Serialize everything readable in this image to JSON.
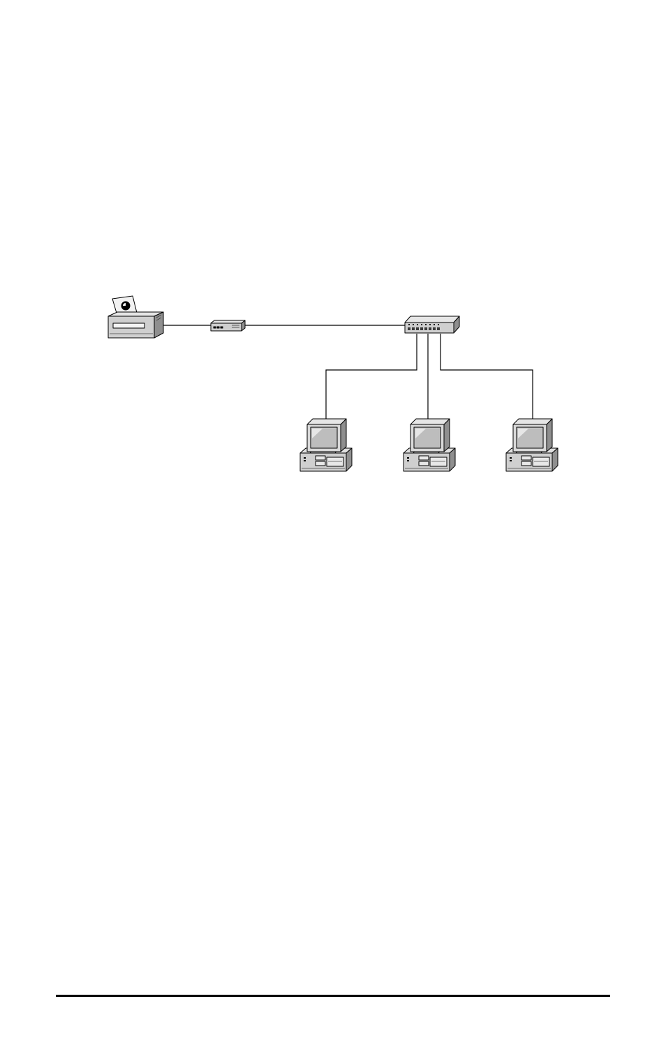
{
  "diagram": {
    "type": "network-topology",
    "nodes": [
      {
        "id": "printer",
        "icon": "printer-icon"
      },
      {
        "id": "print-server",
        "icon": "print-server-icon"
      },
      {
        "id": "switch",
        "icon": "network-switch-icon"
      },
      {
        "id": "pc-1",
        "icon": "desktop-computer-icon"
      },
      {
        "id": "pc-2",
        "icon": "desktop-computer-icon"
      },
      {
        "id": "pc-3",
        "icon": "desktop-computer-icon"
      }
    ],
    "links": [
      {
        "from": "printer",
        "to": "print-server"
      },
      {
        "from": "print-server",
        "to": "switch"
      },
      {
        "from": "switch",
        "to": "pc-1"
      },
      {
        "from": "switch",
        "to": "pc-2"
      },
      {
        "from": "switch",
        "to": "pc-3"
      }
    ]
  },
  "colors": {
    "line": "#000000",
    "device_light": "#d4d4d4",
    "device_mid": "#a6a6a6",
    "device_dark": "#6e6e6e",
    "screen": "#c0c0c0"
  }
}
